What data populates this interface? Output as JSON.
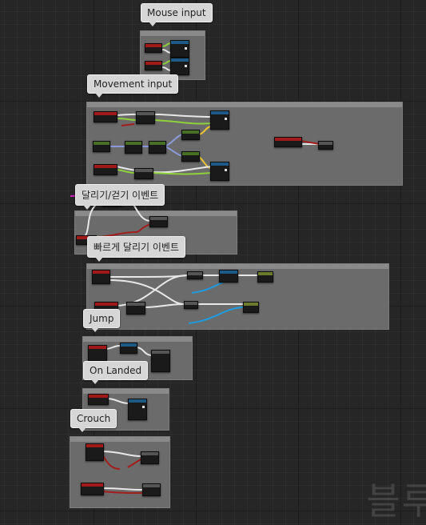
{
  "comments": [
    {
      "title": "Mouse input"
    },
    {
      "title": "Movement input"
    },
    {
      "title": "달리기/걷기 이벤트"
    },
    {
      "title": "빠르게 달리기 이벤트"
    },
    {
      "title": "Jump"
    },
    {
      "title": "On Landed"
    },
    {
      "title": "Crouch"
    }
  ],
  "watermark": "블루",
  "colors": {
    "exec_wire": "#e8e8e8",
    "float_wire": "#8fd13a",
    "vector_wire": "#f0c534",
    "struct_wire": "#8c9ad9",
    "bool_wire": "#a31d1d",
    "object_wire": "#1e9be0",
    "event_header": "#a01818",
    "function_header": "#1d5a86",
    "comment_background": "#6b6b6b"
  }
}
